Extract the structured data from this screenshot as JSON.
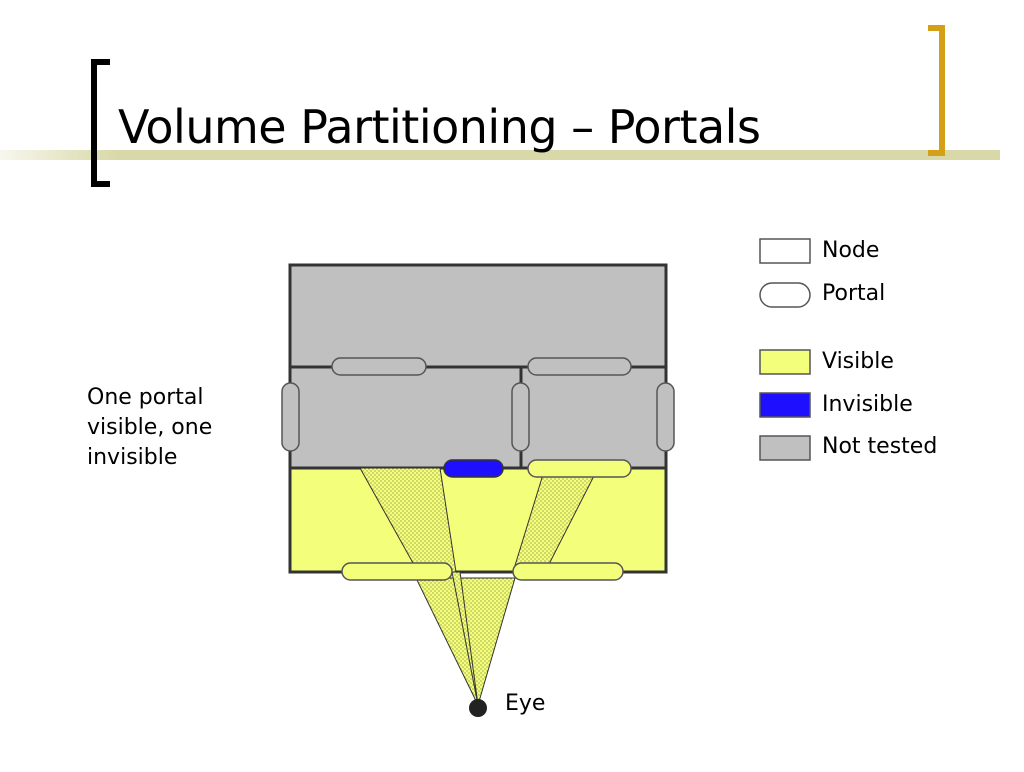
{
  "slide": {
    "title": "Volume Partitioning – Portals",
    "note": "One portal visible, one invisible"
  },
  "diagram": {
    "eye_label": "Eye",
    "legend": [
      {
        "label": "Node",
        "shape": "rectangle",
        "color": "#ffffff"
      },
      {
        "label": "Portal",
        "shape": "rounded",
        "color": "#ffffff"
      },
      {
        "label": "Visible",
        "shape": "rectangle",
        "color": "#f3ff7a"
      },
      {
        "label": "Invisible",
        "shape": "rectangle",
        "color": "#1e10ff"
      },
      {
        "label": "Not tested",
        "shape": "rectangle",
        "color": "#c0c0c0"
      }
    ]
  },
  "colors": {
    "visible": "#f3ff7a",
    "invisible": "#1e10ff",
    "not_tested": "#c0c0c0",
    "accent_band": "#d8d8a8",
    "bracket_left": "#000000",
    "bracket_right": "#d4a017"
  }
}
